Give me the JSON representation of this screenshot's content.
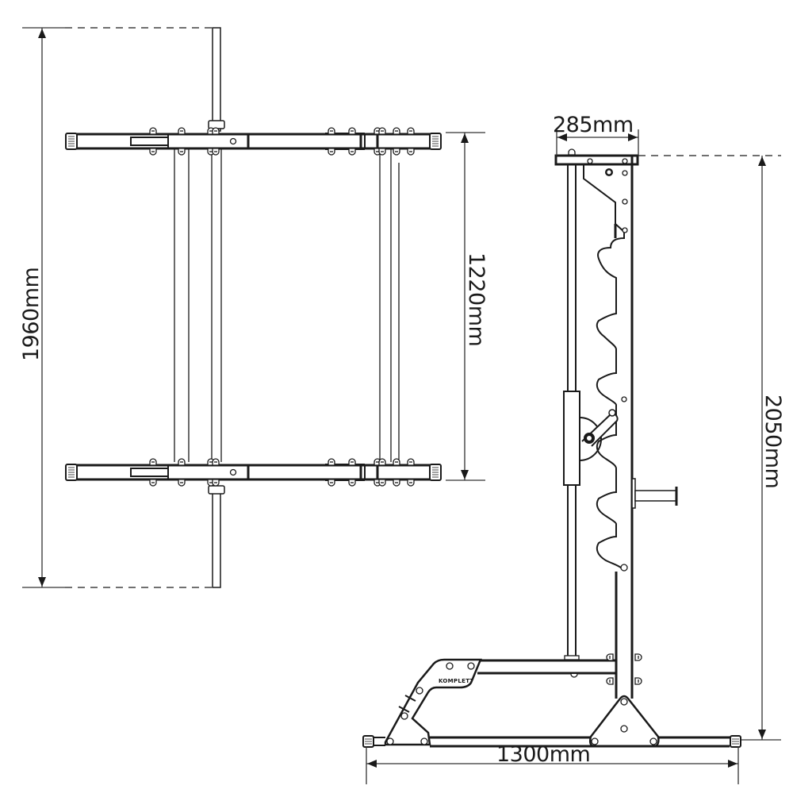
{
  "drawing": {
    "subject": "Half rack / squat stand dimensional drawing",
    "views": [
      "top-view",
      "side-view"
    ],
    "line_color": "#1a1a1a",
    "background": "#ffffff"
  },
  "dimensions": {
    "overall_depth": {
      "label": "1960mm",
      "value": 1960,
      "unit": "mm",
      "orientation": "vertical",
      "view": "top-view"
    },
    "inner_width": {
      "label": "1220mm",
      "value": 1220,
      "unit": "mm",
      "orientation": "vertical",
      "view": "top-view"
    },
    "upright_depth": {
      "label": "285mm",
      "value": 285,
      "unit": "mm",
      "orientation": "horizontal",
      "view": "side-view"
    },
    "overall_height": {
      "label": "2050mm",
      "value": 2050,
      "unit": "mm",
      "orientation": "vertical",
      "view": "side-view"
    },
    "base_length": {
      "label": "1300mm",
      "value": 1300,
      "unit": "mm",
      "orientation": "horizontal",
      "view": "side-view"
    }
  },
  "side_view": {
    "j_hook_count": 7,
    "brand_mark": "KOMPLETT",
    "components": [
      "upright-post",
      "j-hooks",
      "pull-up-bar",
      "plate-storage-horn",
      "pivot-arm",
      "base-frame",
      "gusset-plate",
      "front-support-bracket",
      "end-caps"
    ]
  },
  "top_view": {
    "components": [
      "top-crossbar",
      "bottom-crossbar",
      "left-rod",
      "right-rails",
      "end-caps",
      "bolts"
    ]
  }
}
